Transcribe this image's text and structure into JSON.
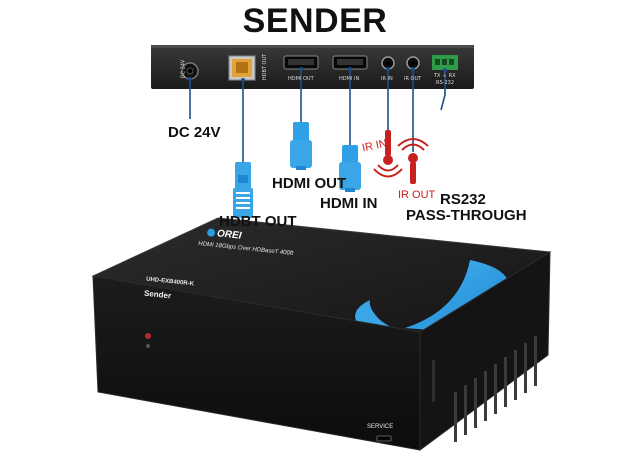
{
  "heading": "SENDER",
  "back_panel": {
    "port_labels": {
      "dc": "DC 24V",
      "hdbt": "HDBT OUT",
      "hdmi_out": "HDMI OUT",
      "hdmi_in": "HDMI IN",
      "ir_in": "IR IN",
      "ir_out": "IR OUT",
      "rs232_pins": "TX ⏚ RX",
      "rs232": "RS-232"
    }
  },
  "callouts": {
    "dc": "DC 24V",
    "hdbt": "HDBT OUT",
    "hdmi_out": "HDMI OUT",
    "hdmi_in": "HDMI IN",
    "ir_in": "IR IN",
    "ir_out": "IR OUT",
    "rs232_line1": "RS232",
    "rs232_line2": "PASS-THROUGH"
  },
  "device": {
    "brand": "OREI",
    "model_line": "HDMI 18Gbps Over HDBaseT 400ft",
    "model_number": "UHD-EXB400R-K",
    "role": "Sender",
    "service_label": "SERVICE"
  },
  "colors": {
    "accent_blue": "#2b9be0",
    "ir_red": "#c8201e",
    "body_dark": "#1e1e1e",
    "rj45_orange": "#e2a23c"
  }
}
